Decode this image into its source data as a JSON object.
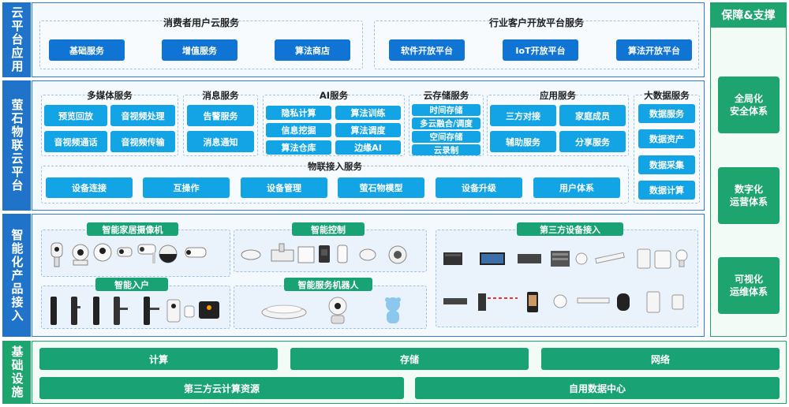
{
  "sections": {
    "cloud_app": "云平台应用",
    "iot_cloud": "萤石物联云平台",
    "product_access": "智能化产品接入",
    "infra": "基础设施"
  },
  "cloud_app": {
    "consumer": {
      "title": "消费者用户云服务",
      "items": [
        "基础服务",
        "增值服务",
        "算法商店"
      ]
    },
    "industry": {
      "title": "行业客户开放平台服务",
      "items": [
        "软件开放平台",
        "IoT开放平台",
        "算法开放平台"
      ]
    }
  },
  "iot_cloud": {
    "multimedia": {
      "title": "多媒体服务",
      "items": [
        "预览回放",
        "音视频处理",
        "音视频通话",
        "音视频传输"
      ]
    },
    "message": {
      "title": "消息服务",
      "items": [
        "告警服务",
        "消息通知"
      ]
    },
    "ai": {
      "title": "AI服务",
      "items": [
        "隐私计算",
        "算法训练",
        "信息挖掘",
        "算法调度",
        "算法仓库",
        "边缘AI"
      ]
    },
    "storage": {
      "title": "云存储服务",
      "items": [
        "时间存储",
        "多云融合/调度",
        "空间存储",
        "云录制"
      ]
    },
    "application": {
      "title": "应用服务",
      "items": [
        "三方对接",
        "家庭成员",
        "辅助服务",
        "分享服务"
      ]
    },
    "bigdata": {
      "title": "大数据服务",
      "items": [
        "数据服务",
        "数据资产",
        "数据采集",
        "数据计算"
      ]
    },
    "iot_access": {
      "title": "物联接入服务",
      "items": [
        "设备连接",
        "互操作",
        "设备管理",
        "萤石物模型",
        "设备升级",
        "用户体系"
      ]
    }
  },
  "product_access": {
    "camera": "智能家居摄像机",
    "control": "智能控制",
    "third_party": "第三方设备接入",
    "entry": "智能入户",
    "robot": "智能服务机器人"
  },
  "infra": {
    "row1": [
      "计算",
      "存储",
      "网络"
    ],
    "row2": [
      "第三方云计算资源",
      "自用数据中心"
    ]
  },
  "support": {
    "title": "保障&支撑",
    "items": [
      "全局化 安全体系",
      "数字化 运营体系",
      "可视化 运维体系"
    ]
  }
}
